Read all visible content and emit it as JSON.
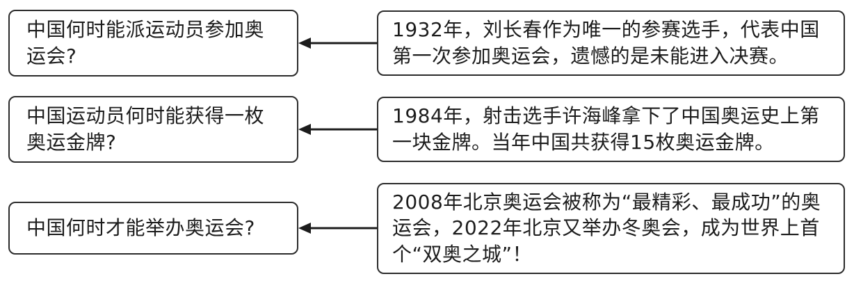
{
  "diagram": {
    "arrow_color": "#1c1c1c",
    "box_border_color": "#2b2b2b",
    "background_color": "#ffffff"
  },
  "rows": [
    {
      "question": "中国何时能派运动员参加奥运会?",
      "answer": "1932年，刘长春作为唯一的参赛选手，代表中国第一次参加奥运会，遗憾的是未能进入决赛。"
    },
    {
      "question": "中国运动员何时能获得一枚奥运金牌?",
      "answer": "1984年，射击选手许海峰拿下了中国奥运史上第一块金牌。当年中国共获得15枚奥运金牌。"
    },
    {
      "question": "中国何时才能举办奥运会?",
      "answer": "2008年北京奥运会被称为“最精彩、最成功”的奥运会，2022年北京又举办冬奥会，成为世界上首个“双奥之城”！"
    }
  ]
}
